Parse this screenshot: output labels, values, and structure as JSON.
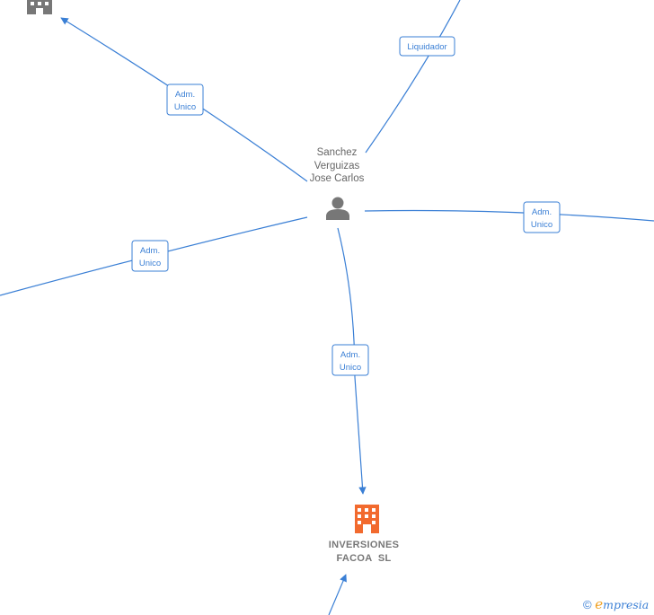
{
  "person": {
    "name_line1": "Sanchez",
    "name_line2": "Verguizas",
    "name_line3": "Jose Carlos",
    "icon": "person-icon"
  },
  "focus_company": {
    "name_line1": "INVERSIONES",
    "name_line2": "FACOA  SL",
    "icon": "building-icon",
    "icon_color": "#f26a2e"
  },
  "edges": [
    {
      "id": "top-left",
      "role_line1": "Adm.",
      "role_line2": "Unico"
    },
    {
      "id": "top-right",
      "role_line1": "Liquidador",
      "role_line2": ""
    },
    {
      "id": "left",
      "role_line1": "Adm.",
      "role_line2": "Unico"
    },
    {
      "id": "right",
      "role_line1": "Adm.",
      "role_line2": "Unico"
    },
    {
      "id": "bottom",
      "role_line1": "Adm.",
      "role_line2": "Unico"
    }
  ],
  "colors": {
    "edge": "#3a7fd5",
    "node_gray": "#777777",
    "focus": "#f26a2e"
  },
  "watermark": {
    "symbol": "©",
    "brand_initial": "e",
    "brand_rest": "mpresia"
  }
}
